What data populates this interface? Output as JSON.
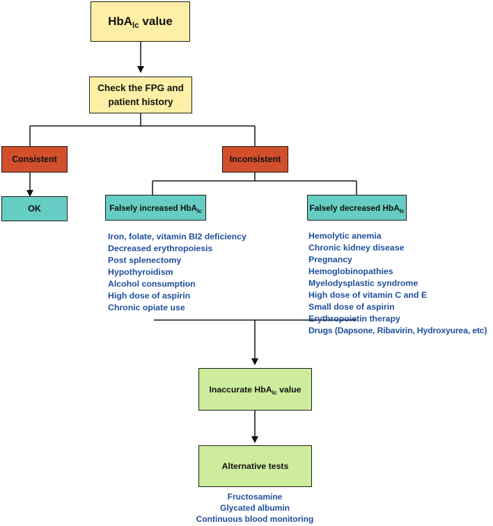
{
  "nodes": {
    "hba1c_value": {
      "prefix": "HbA",
      "sub": "Ic",
      "suffix": " value"
    },
    "check": {
      "line1": "Check the FPG and",
      "line2": "patient history"
    },
    "consistent": "Consistent",
    "inconsistent": "Inconsistent",
    "ok": "OK",
    "falsely_increased": {
      "prefix": "Falsely increased HbA",
      "sub": "Ic"
    },
    "falsely_decreased": {
      "prefix": "Falsely decreased HbA",
      "sub": "Ic"
    },
    "inaccurate": {
      "prefix": "Inaccurate HbA",
      "sub": "Ic",
      "suffix": " value"
    },
    "alternative": "Alternative tests"
  },
  "lists": {
    "increased_causes": [
      "Iron, folate, vitamin BI2 deficiency",
      "Decreased erythropoiesis",
      "Post splenectomy",
      "Hypothyroidism",
      "Alcohol consumption",
      "High dose of aspirin",
      "Chronic opiate use"
    ],
    "decreased_causes": [
      "Hemolytic anemia",
      "Chronic kidney disease",
      "Pregnancy",
      "Hemoglobinopathies",
      "Myelodysplastic syndrome",
      "High dose of vitamin C and E",
      "Small dose of aspirin",
      "Erythropoietin therapy",
      "Drugs (Dapsone, Ribavirin, Hydroxyurea, etc)"
    ],
    "alternative_tests": [
      "Fructosamine",
      "Glycated albumin",
      "Continuous blood monitoring"
    ]
  },
  "colors": {
    "yellow": "#fdf0a6",
    "red": "#d14f2b",
    "teal": "#66cdc3",
    "green": "#cdec9c",
    "list_text": "#1f4e9c"
  }
}
